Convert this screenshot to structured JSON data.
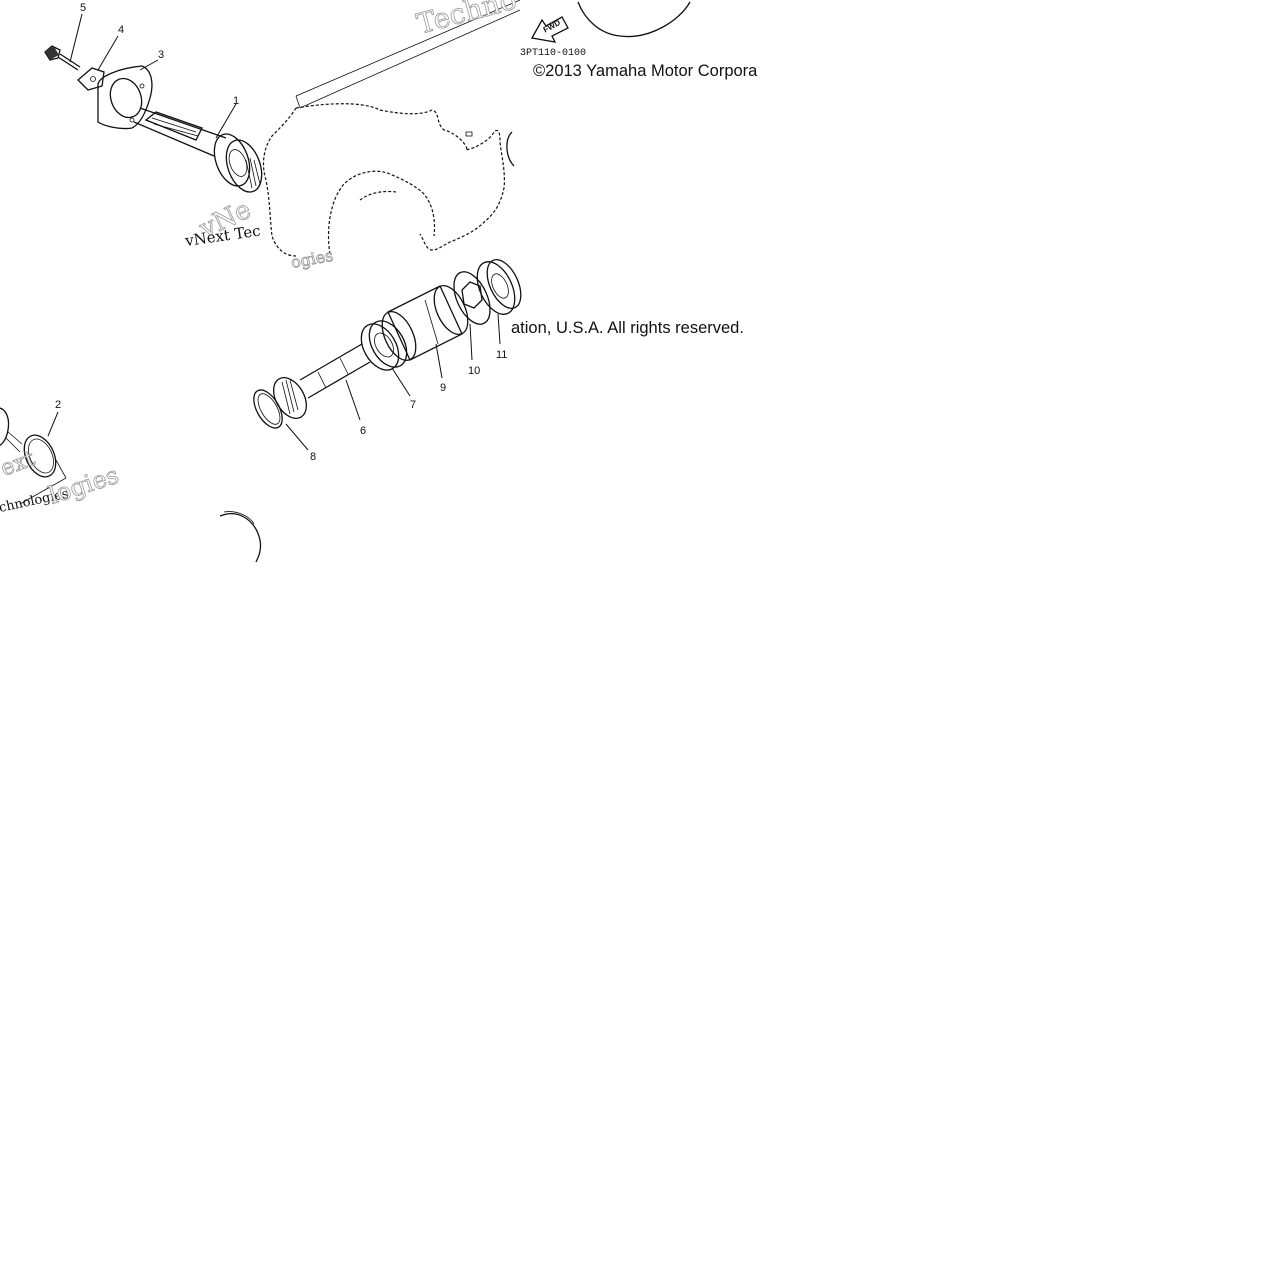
{
  "diagram": {
    "reference_code": "3PT110-0100",
    "fwd_label": "FWD",
    "copyright_line_1": "©2013 Yamaha Motor Corpora",
    "copyright_line_2": "ation, U.S.A. All rights reserved.",
    "watermarks": [
      "Techno",
      "vNext Tec",
      "vNe",
      "ogies",
      "ext",
      "chnologies",
      "logies"
    ],
    "callouts": [
      "1",
      "2",
      "3",
      "4",
      "5",
      "6",
      "7",
      "8",
      "9",
      "10",
      "11"
    ]
  }
}
